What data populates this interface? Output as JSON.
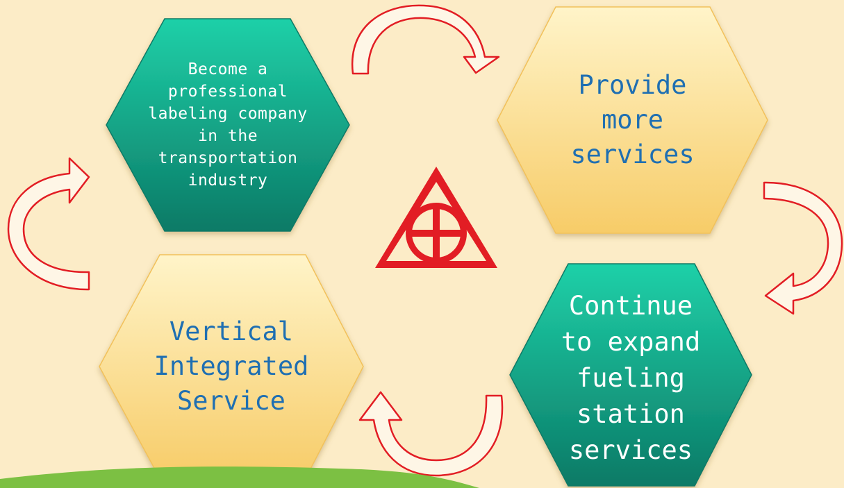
{
  "cycle_steps": [
    {
      "id": "step1",
      "lines": [
        "Become a",
        "professional",
        "labeling company",
        "in the",
        "transportation",
        "industry"
      ],
      "fill": "green"
    },
    {
      "id": "step2",
      "lines": [
        "Provide",
        "more",
        "services"
      ],
      "fill": "yellow"
    },
    {
      "id": "step3",
      "lines": [
        "Continue",
        "to expand",
        "fueling",
        "station",
        "services"
      ],
      "fill": "green"
    },
    {
      "id": "step4",
      "lines": [
        "Vertical",
        "Integrated",
        "Service"
      ],
      "fill": "yellow"
    }
  ],
  "colors": {
    "background": "#fcecc7",
    "green_light": "#1cc7a0",
    "green_dark": "#0e7f6a",
    "yellow_light": "#fff1bf",
    "yellow_dark": "#f8cf6e",
    "arrow": "#e21d24",
    "logo": "#e21d24",
    "wave": "#7cc043"
  },
  "icons": [
    "cycle-arrow-icon",
    "company-logo-icon"
  ]
}
